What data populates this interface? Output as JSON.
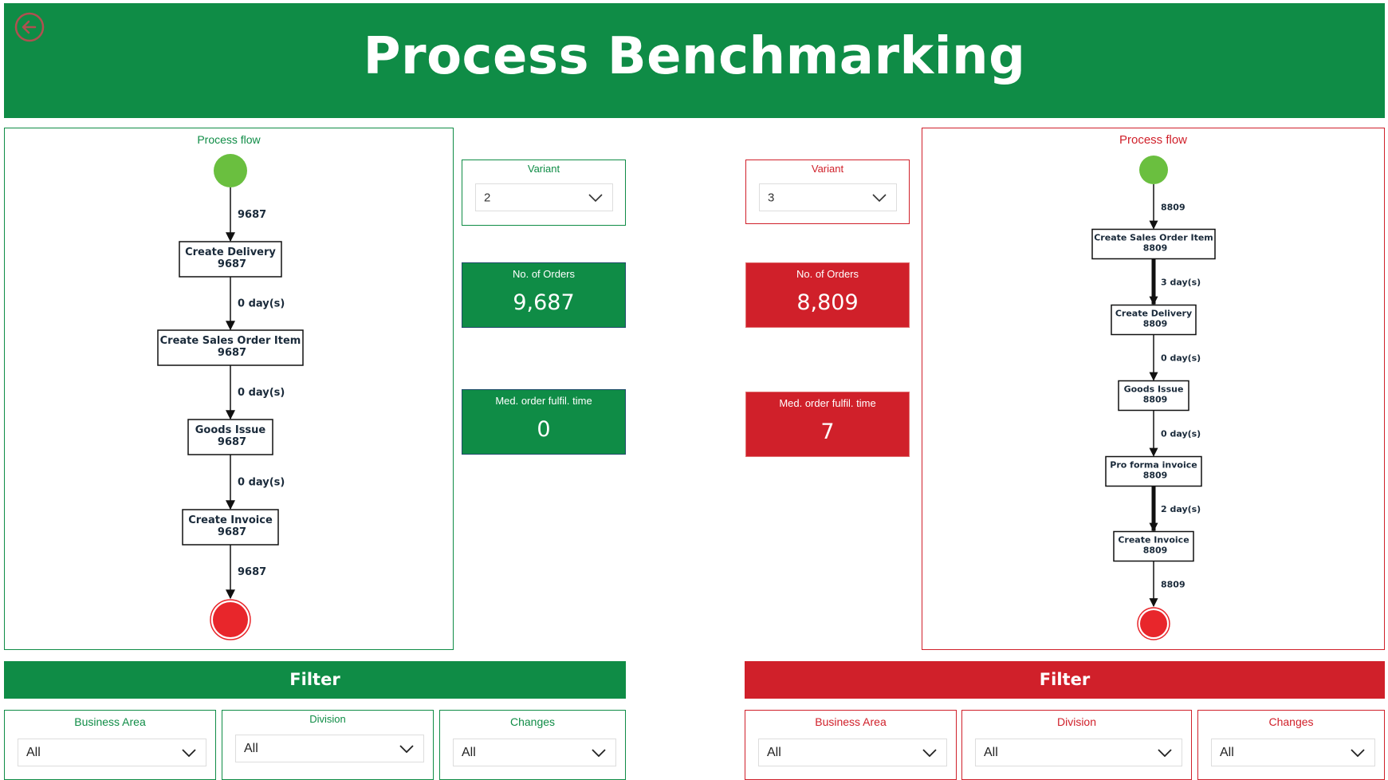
{
  "header": {
    "title": "Process Benchmarking"
  },
  "colors": {
    "green": "#0f8c46",
    "red": "#d0202a",
    "start_node": "#6abf3f",
    "end_node": "#e8262b"
  },
  "left": {
    "process_flow": {
      "title": "Process flow",
      "nodes": [
        {
          "label": "Create Delivery",
          "count": "9687"
        },
        {
          "label": "Create Sales Order Item",
          "count": "9687"
        },
        {
          "label": "Goods Issue",
          "count": "9687"
        },
        {
          "label": "Create Invoice",
          "count": "9687"
        }
      ],
      "edges": [
        "9687",
        "0 day(s)",
        "0 day(s)",
        "0 day(s)",
        "9687"
      ]
    },
    "variant": {
      "label": "Variant",
      "value": "2"
    },
    "orders": {
      "label": "No. of Orders",
      "value": "9,687"
    },
    "fulfil": {
      "label": "Med. order fulfil. time",
      "value": "0"
    },
    "filter": {
      "title": "Filter"
    },
    "slicers": [
      {
        "label": "Business Area",
        "value": "All"
      },
      {
        "label": "Division",
        "value": "All"
      },
      {
        "label": "Changes",
        "value": "All"
      }
    ]
  },
  "right": {
    "process_flow": {
      "title": "Process flow",
      "nodes": [
        {
          "label": "Create Sales Order Item",
          "count": "8809"
        },
        {
          "label": "Create Delivery",
          "count": "8809"
        },
        {
          "label": "Goods Issue",
          "count": "8809"
        },
        {
          "label": "Pro forma invoice",
          "count": "8809"
        },
        {
          "label": "Create Invoice",
          "count": "8809"
        }
      ],
      "edges": [
        "8809",
        "3 day(s)",
        "0 day(s)",
        "0 day(s)",
        "2 day(s)",
        "8809"
      ]
    },
    "variant": {
      "label": "Variant",
      "value": "3"
    },
    "orders": {
      "label": "No. of Orders",
      "value": "8,809"
    },
    "fulfil": {
      "label": "Med. order fulfil. time",
      "value": "7"
    },
    "filter": {
      "title": "Filter"
    },
    "slicers": [
      {
        "label": "Business Area",
        "value": "All"
      },
      {
        "label": "Division",
        "value": "All"
      },
      {
        "label": "Changes",
        "value": "All"
      }
    ]
  }
}
